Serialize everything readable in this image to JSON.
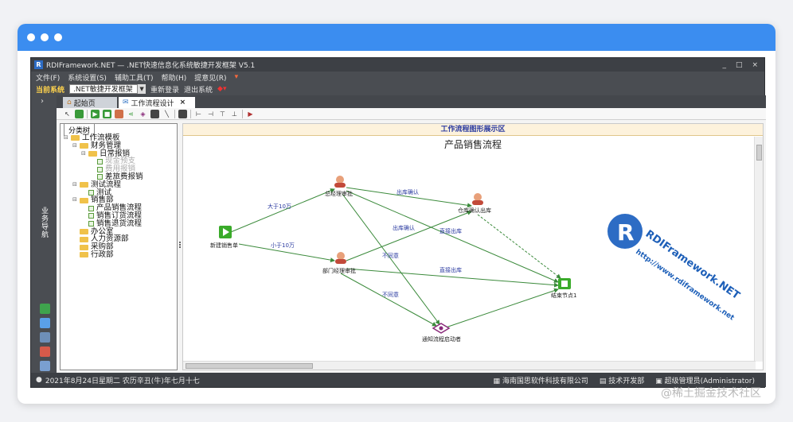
{
  "window": {
    "title": "RDIFramework.NET — .NET快速信息化系统敏捷开发框架 V5.1",
    "logo_letter": "R",
    "controls": [
      "_",
      "□",
      "×"
    ]
  },
  "menu": [
    "文件(F)",
    "系统设置(S)",
    "辅助工具(T)",
    "帮助(H)",
    "提意见(R)"
  ],
  "system": {
    "current_label": "当前系统",
    "current_value": ".NET敏捷开发框架",
    "relogin": "重新登录",
    "exit": "退出系统"
  },
  "tabs": [
    {
      "label": "起始页"
    },
    {
      "label": "工作流程设计",
      "close": "×"
    }
  ],
  "sidebar": {
    "expander": "›",
    "vertical_label": "业务导航"
  },
  "left_pane": {
    "tab_label": "分类树",
    "tree": [
      {
        "label": "工作流模板",
        "depth": 0,
        "kind": "folder",
        "pm": "⊟"
      },
      {
        "label": "财务管理",
        "depth": 1,
        "kind": "folder",
        "pm": "⊟"
      },
      {
        "label": "日常报销",
        "depth": 2,
        "kind": "folder",
        "pm": "⊟"
      },
      {
        "label": "现金预支",
        "depth": 3,
        "kind": "leaf",
        "dim": true
      },
      {
        "label": "费用报销",
        "depth": 3,
        "kind": "leaf",
        "dim": true
      },
      {
        "label": "差旅费报销",
        "depth": 3,
        "kind": "leaf"
      },
      {
        "label": "测试流程",
        "depth": 1,
        "kind": "folder",
        "pm": "⊟"
      },
      {
        "label": "测试",
        "depth": 2,
        "kind": "leaf"
      },
      {
        "label": "销售部",
        "depth": 1,
        "kind": "folder",
        "pm": "⊟"
      },
      {
        "label": "产品销售流程",
        "depth": 2,
        "kind": "leaf"
      },
      {
        "label": "销售订货流程",
        "depth": 2,
        "kind": "leaf"
      },
      {
        "label": "销售退货流程",
        "depth": 2,
        "kind": "leaf"
      },
      {
        "label": "办公室",
        "depth": 1,
        "kind": "folder"
      },
      {
        "label": "人力资源部",
        "depth": 1,
        "kind": "folder"
      },
      {
        "label": "采购部",
        "depth": 1,
        "kind": "folder"
      },
      {
        "label": "行政部",
        "depth": 1,
        "kind": "folder"
      }
    ]
  },
  "right_pane": {
    "header": "工作流程图形展示区",
    "flow_title": "产品销售流程",
    "nodes": {
      "start": "新建销售单",
      "gm": "总经理审批",
      "warehouse": "仓库确认出库",
      "dept": "部门经理审批",
      "notify": "通知流程启动者",
      "end": "结束节点1"
    },
    "edges": {
      "start_gm": "大于10万",
      "start_dept": "小于10万",
      "gm_wh": "出库确认",
      "dept_wh": "出库确认",
      "gm_end": "直接出库",
      "dept_end": "直接出库",
      "gm_notify": "不同意",
      "dept_notify": "不同意"
    },
    "brand_letter": "R",
    "brand_name": "RDIFramework.NET",
    "brand_url": "http://www.rdiframework.net"
  },
  "status": {
    "date": "2021年8月24日星期二 农历辛丑(牛)年七月十七",
    "company": "海南国思软件科技有限公司",
    "dept": "技术开发部",
    "user": "超级管理员(Administrator)"
  },
  "watermark": "@稀土掘金技术社区",
  "colors": {
    "accent": "#3b8df0",
    "edge": "#3b8a3b",
    "header_text": "#2a3aa0",
    "brand_blue": "#2d6cc4"
  }
}
